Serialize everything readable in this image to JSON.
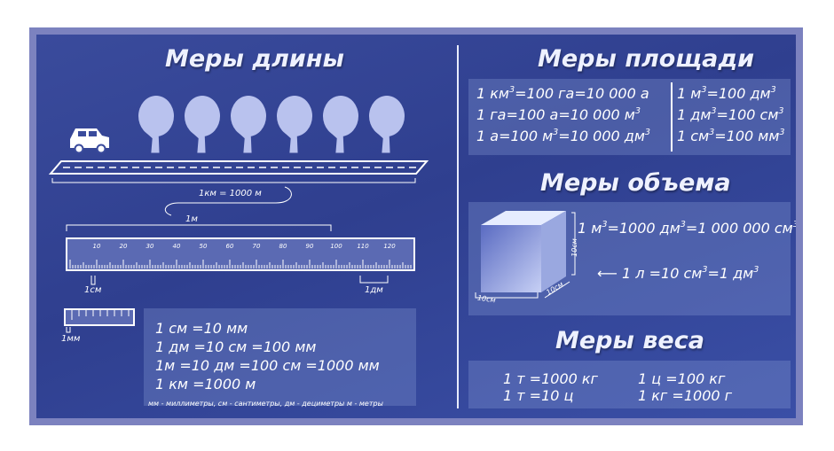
{
  "length": {
    "title": "Меры длины",
    "km_label": "1км = 1000 м",
    "m_label": "1м",
    "cm_label": "1см",
    "dm_label": "1дм",
    "mm_label": "1мм",
    "ruler_ticks": [
      "10",
      "20",
      "30",
      "40",
      "50",
      "60",
      "70",
      "80",
      "90",
      "100",
      "110",
      "120"
    ],
    "facts": [
      "1 см =10 мм",
      "1 дм =10 см =100 мм",
      "1м =10 дм =100 см =1000 мм",
      "1 км =1000 м"
    ],
    "footnote": "мм - миллиметры, см - сантиметры, дм - дециметры м - метры"
  },
  "area": {
    "title": "Меры площади",
    "left": [
      {
        "a": "1 км",
        "b": "=100 га=10 000 а",
        "c": ""
      },
      {
        "a": "1 га=100 а=10 000 м",
        "b": "",
        "c": ""
      },
      {
        "a": "1 а=100 м",
        "b": "=10 000 дм",
        "c": ""
      }
    ],
    "right": [
      {
        "a": "1 м",
        "b": "=100 дм"
      },
      {
        "a": "1 дм",
        "b": "=100 см"
      },
      {
        "a": "1 см",
        "b": "=100 мм"
      }
    ],
    "exp": "3"
  },
  "volume": {
    "title": "Меры объема",
    "line1_a": "1 м",
    "line1_b": "=1000 дм",
    "line1_c": "=1 000 000 см",
    "line2_a": "1 л =10 см",
    "line2_b": "=1 дм",
    "exp": "3",
    "edge_label": "10см"
  },
  "weight": {
    "title": "Меры веса",
    "items": [
      "1 т =1000 кг",
      "1 т =10 ц",
      "1 ц =100 кг",
      "1 кг =1000 г"
    ]
  }
}
